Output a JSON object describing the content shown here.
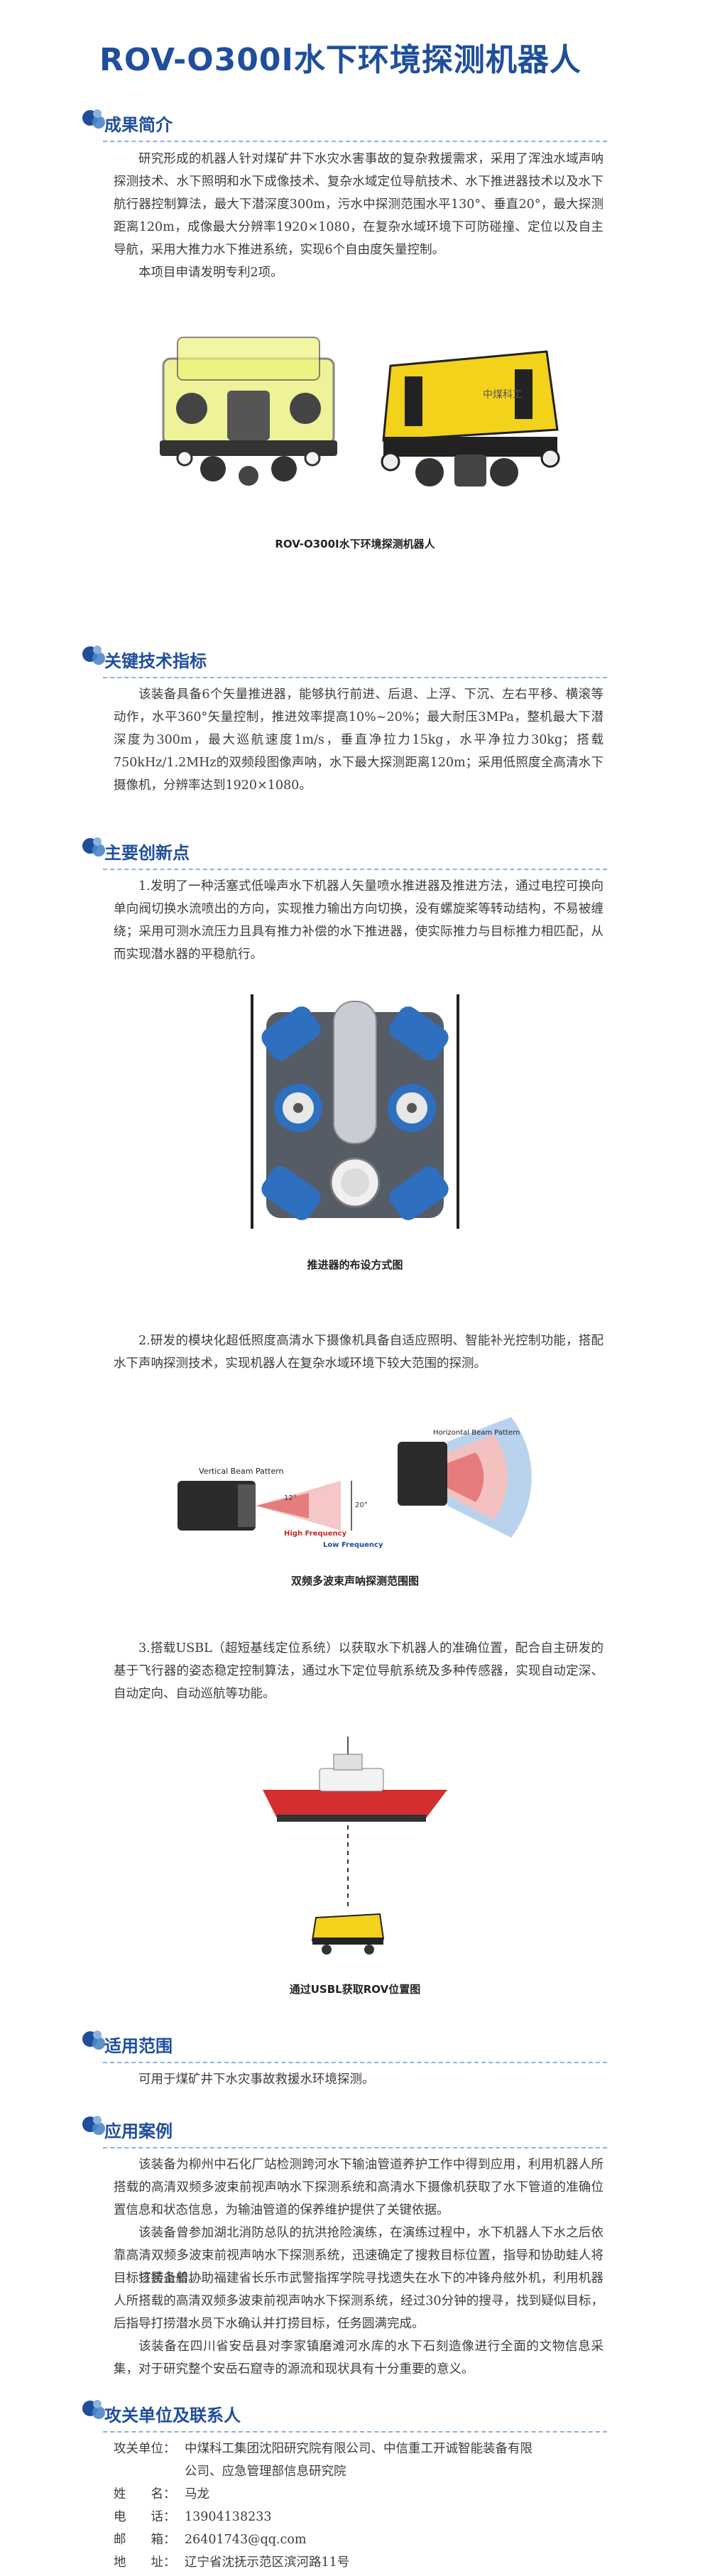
{
  "title": "ROV-O300I水下环境探测机器人",
  "sections": {
    "summary": {
      "heading": "成果简介",
      "paragraphs": [
        "研究形成的机器人针对煤矿井下水灾水害事故的复杂救援需求，采用了浑浊水域声呐探测技术、水下照明和水下成像技术、复杂水域定位导航技术、水下推进器技术以及水下航行器控制算法，最大下潜深度300m，污水中探测范围水平130°、垂直20°，最大探测距离120m，成像最大分辨率1920×1080，在复杂水域环境下可防碰撞、定位以及自主导航，采用大推力水下推进系统，实现6个自由度矢量控制。",
        "本项目申请发明专利2项。"
      ],
      "figure_caption": "ROV-O300I水下环境探测机器人",
      "robot_label": "中煤科工"
    },
    "specs": {
      "heading": "关键技术指标",
      "paragraphs": [
        "该装备具备6个矢量推进器，能够执行前进、后退、上浮、下沉、左右平移、横滚等动作，水平360°矢量控制，推进效率提高10%~20%；最大耐压3MPa，整机最大下潜深度为300m，最大巡航速度1m/s，垂直净拉力15kg，水平净拉力30kg；搭载750kHz/1.2MHz的双频段图像声呐，水下最大探测距离120m；采用低照度全高清水下摄像机，分辨率达到1920×1080。"
      ]
    },
    "innovation": {
      "heading": "主要创新点",
      "items": [
        {
          "text": "1.发明了一种活塞式低噪声水下机器人矢量喷水推进器及推进方法，通过电控可换向单向阀切换水流喷出的方向，实现推力输出方向切换，没有螺旋桨等转动结构，不易被缠绕；采用可测水流压力且具有推力补偿的水下推进器，使实际推力与目标推力相匹配，从而实现潜水器的平稳航行。",
          "caption": "推进器的布设方式图"
        },
        {
          "text": "2.研发的模块化超低照度高清水下摄像机具备自适应照明、智能补光控制功能，搭配水下声呐探测技术，实现机器人在复杂水域环境下较大范围的探测。",
          "caption": "双频多波束声呐探测范围图",
          "labels": {
            "vertical_pattern": "Vertical Beam Pattern",
            "horizontal_pattern": "Horizontal Beam Pattern",
            "angle_vertical": "20°",
            "angle_small": "12°",
            "high_freq": "High Frequency",
            "low_freq": "Low Frequency"
          }
        },
        {
          "text": "3.搭载USBL（超短基线定位系统）以获取水下机器人的准确位置，配合自主研发的基于飞行器的姿态稳定控制算法，通过水下定位导航系统及多种传感器，实现自动定深、自动定向、自动巡航等功能。",
          "caption": "通过USBL获取ROV位置图"
        }
      ]
    },
    "scope": {
      "heading": "适用范围",
      "paragraphs": [
        "可用于煤矿井下水灾事故救援水环境探测。"
      ]
    },
    "cases": {
      "heading": "应用案例",
      "paragraphs": [
        "该装备为柳州中石化厂站检测跨河水下输油管道养护工作中得到应用，利用机器人所搭载的高清双频多波束前视声呐水下探测系统和高清水下摄像机获取了水下管道的准确位置信息和状态信息，为输油管道的保养维护提供了关键依据。",
        "该装备曾参加湖北消防总队的抗洪抢险演练，在演练过程中，水下机器人下水之后依靠高清双频多波束前视声呐水下探测系统，迅速确定了搜救目标位置，指导和协助蛙人将目标打捞上船。",
        "该装备曾协助福建省长乐市武警指挥学院寻找遗失在水下的冲锋舟舷外机，利用机器人所搭载的高清双频多波束前视声呐水下探测系统，经过30分钟的搜寻，找到疑似目标，后指导打捞潜水员下水确认并打捞目标，任务圆满完成。",
        "该装备在四川省安岳县对李家镇磨滩河水库的水下石刻造像进行全面的文物信息采集，对于研究整个安岳石窟寺的源流和现状具有十分重要的意义。"
      ]
    },
    "contact": {
      "heading": "攻关单位及联系人",
      "unit_label": "攻关单位：",
      "unit_line1": "中煤科工集团沈阳研究院有限公司、中信重工开诚智能装备有限",
      "unit_line2": "公司、应急管理部信息研究院",
      "name_label": "姓　　名：",
      "name": "马龙",
      "phone_label": "电　　话：",
      "phone": "13904138233",
      "email_label": "邮　　箱：",
      "email": "26401743@qq.com",
      "address_label": "地　　址：",
      "address": "辽宁省沈抚示范区滨河路11号"
    }
  },
  "colors": {
    "title": "#1f4e9c",
    "rule": "#8bb2dc",
    "text": "#3c3c3c",
    "robot_yellow": "#f2d21b"
  }
}
